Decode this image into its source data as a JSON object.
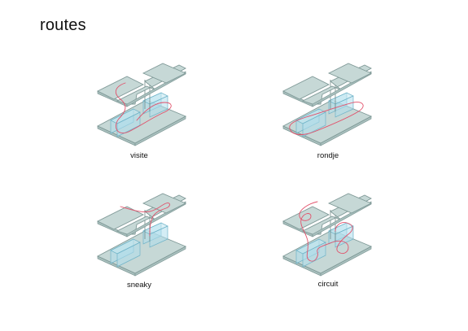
{
  "page_title": "routes",
  "diagrams": [
    {
      "caption": "visite"
    },
    {
      "caption": "rondje"
    },
    {
      "caption": "sneaky"
    },
    {
      "caption": "circuit"
    }
  ],
  "colors": {
    "floor": "#c6d8d6",
    "outline": "#7e9896",
    "volume": "#b0deec",
    "route": "#e2506a"
  }
}
